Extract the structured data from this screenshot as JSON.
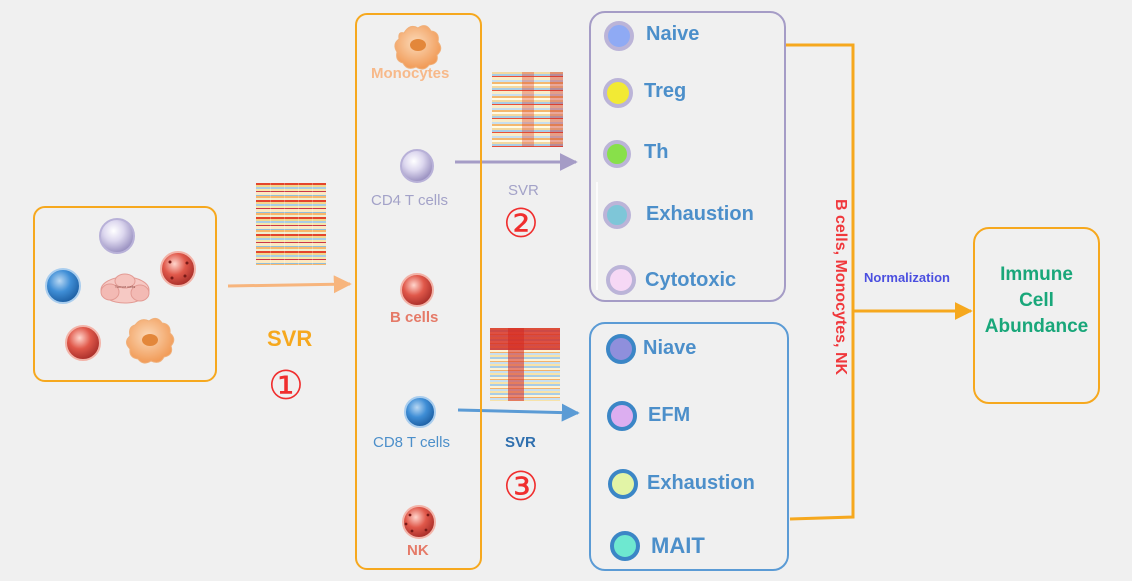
{
  "step1": {
    "method": "SVR",
    "number": "①"
  },
  "step2": {
    "method": "SVR",
    "number": "②"
  },
  "step3": {
    "method": "SVR",
    "number": "③"
  },
  "mixture": {
    "tumor_label": "Tumor cells"
  },
  "major_types": {
    "monocytes": "Monocytes",
    "cd4": "CD4  T cells",
    "bcells": "B cells",
    "cd8": "CD8  T cells",
    "nk": "NK"
  },
  "cd4_subsets": {
    "naive": "Naive",
    "treg": "Treg",
    "th": "Th",
    "exhaustion": "Exhaustion",
    "cytotoxic": "Cytotoxic"
  },
  "cd8_subsets": {
    "naive": "Niave",
    "efm": "EFM",
    "exhaustion": "Exhaustion",
    "mait": "MAIT"
  },
  "side_label": "B cells,  Monocytes, NK",
  "normalization": "Normalization",
  "output": {
    "line1": "Immune",
    "line2": "Cell",
    "line3": "Abundance"
  },
  "colors": {
    "orange": "#f6a81e",
    "purple": "#a59cc6",
    "blue": "#5b9bd5",
    "red": "#f02e2e",
    "text_blue": "#4c8fca",
    "text_purple": "#a3a2c8",
    "green": "#19a77a"
  }
}
